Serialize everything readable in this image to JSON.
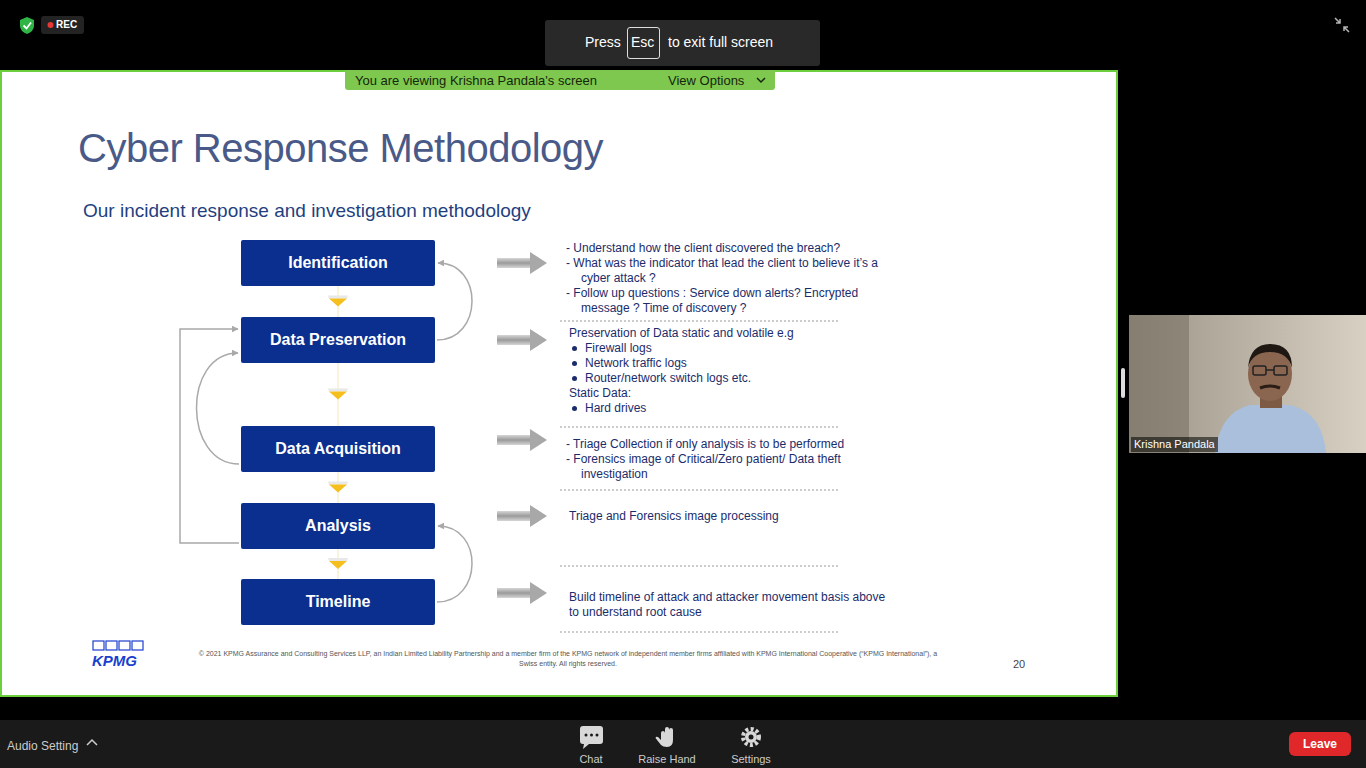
{
  "diagram": {
    "title": "Cyber Response Methodology",
    "nodes": [
      {
        "text": [
          "Identification"
        ]
      },
      {
        "text": [
          "Data Preservation"
        ]
      },
      {
        "text": [
          "Data Acquisition"
        ]
      },
      {
        "text": [
          "Analysis"
        ]
      },
      {
        "text": [
          "Timeline"
        ]
      }
    ],
    "edges": [
      {
        "from": 0,
        "to": 1,
        "arrow": "to"
      },
      {
        "from": 1,
        "to": 2,
        "arrow": "to"
      },
      {
        "from": 2,
        "to": 3,
        "arrow": "to"
      },
      {
        "from": 3,
        "to": 4,
        "arrow": "to"
      },
      {
        "from": 1,
        "to": 0,
        "arrow": "to"
      },
      {
        "from": 4,
        "to": 3,
        "arrow": "to"
      },
      {
        "from": 2,
        "to": 1,
        "arrow": "to"
      },
      {
        "from": 3,
        "to": 1,
        "arrow": "to"
      }
    ],
    "labels": [
      "REC",
      "You are viewing Krishna Pandala's screen",
      "View Options",
      "Press",
      "Esc",
      "to exit full screen",
      "Our incident response and investigation methodology",
      "- Understand how the client discovered the breach?",
      "- What was the indicator that lead the client to believe it’s a cyber attack ?",
      "- Follow up questions : Service down alerts? Encrypted message ? Time of discovery ?",
      "Preservation of Data static and volatile e.g",
      "Firewall logs",
      "Network traffic logs",
      "Router/network switch logs etc.",
      "Static Data:",
      "Hard drives",
      "- Triage Collection if only analysis is to be performed",
      "- Forensics image of Critical/Zero patient/ Data theft investigation",
      "Triage and Forensics image processing",
      "Build timeline of attack and attacker movement basis above to understand root cause",
      "KPMG",
      "© 2021 KPMG Assurance and Consulting Services LLP, an Indian Limited Liability Partnership and a member firm of the KPMG network of independent member firms affiliated with KPMG International Cooperative (“KPMG International”), a Swiss entity. All rights reserved.",
      "20",
      "Krishna Pandala",
      "Audio Setting",
      "Chat",
      "Raise Hand",
      "Settings",
      "Leave"
    ]
  }
}
